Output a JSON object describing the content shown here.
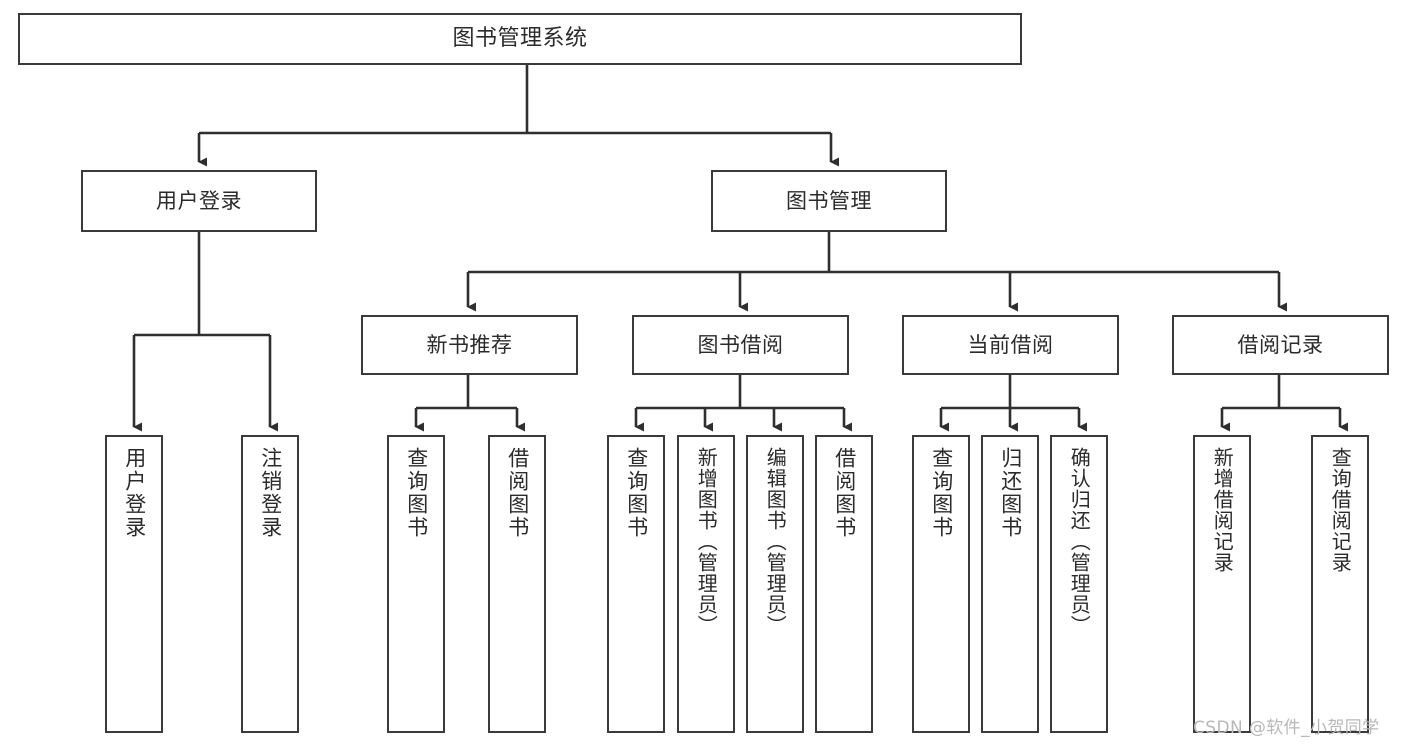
{
  "diagram": {
    "title": "图书管理系统",
    "type": "hierarchy-tree",
    "watermark": "CSDN @软件_小贺同学",
    "colors": {
      "background": "#ffffff",
      "box_border": "#3a3a3a",
      "box_fill": "#ffffff",
      "text": "#2b2b2b",
      "connector": "#2f2f2f",
      "watermark": "#b8b8b8"
    },
    "levels": {
      "root": {
        "label": "图书管理系统"
      },
      "level1": [
        {
          "label": "用户登录"
        },
        {
          "label": "图书管理"
        }
      ],
      "level2": [
        {
          "label": "新书推荐"
        },
        {
          "label": "图书借阅"
        },
        {
          "label": "当前借阅"
        },
        {
          "label": "借阅记录"
        }
      ]
    },
    "leaves": {
      "user_login": [
        {
          "label": "用户登录"
        },
        {
          "label": "注销登录"
        }
      ],
      "new_book_recommend": [
        {
          "label": "查询图书"
        },
        {
          "label": "借阅图书"
        }
      ],
      "book_borrow": [
        {
          "label": "查询图书"
        },
        {
          "label": "新增图书（管理员）"
        },
        {
          "label": "编辑图书（管理员）"
        },
        {
          "label": "借阅图书"
        }
      ],
      "current_borrow": [
        {
          "label": "查询图书"
        },
        {
          "label": "归还图书"
        },
        {
          "label": "确认归还（管理员）"
        }
      ],
      "borrow_record": [
        {
          "label": "新增借阅记录"
        },
        {
          "label": "查询借阅记录"
        }
      ]
    }
  }
}
